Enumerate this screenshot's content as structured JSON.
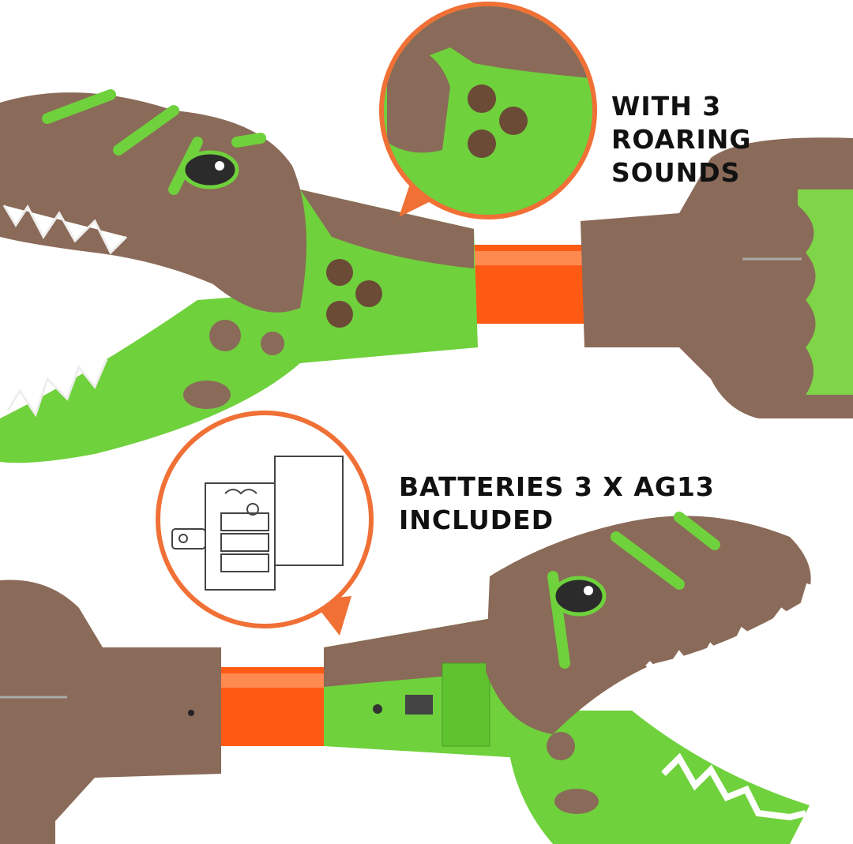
{
  "captions": {
    "sounds_line1": "WITH 3 ROARING",
    "sounds_line2": "SOUNDS",
    "batteries_line1": "BATTERIES 3 X AG13",
    "batteries_line2": "INCLUDED"
  },
  "colors": {
    "brown": "#8a6a58",
    "green": "#6fd13c",
    "orange_tube": "#ff5a14",
    "callout_border": "#f07036",
    "button_brown": "#6b4a36"
  }
}
